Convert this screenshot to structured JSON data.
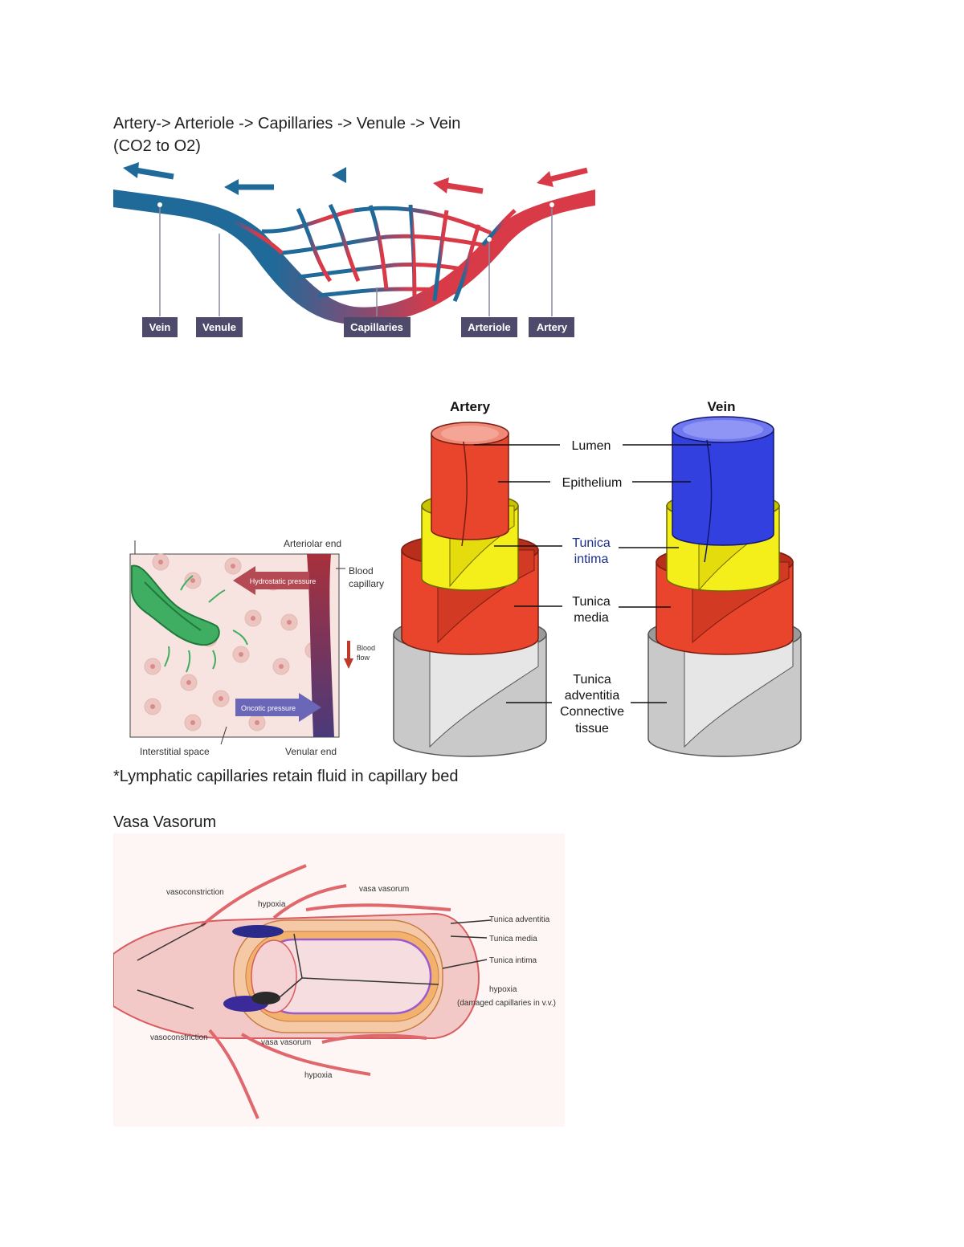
{
  "text": {
    "flow_line": "Artery-> Arteriole -> Capillaries -> Venule -> Vein",
    "flow_note": "(CO2 to O2)",
    "lymphatic_note": "*Lymphatic capillaries retain fluid in capillary bed",
    "vasa_heading": "Vasa Vasorum"
  },
  "capillary_bed": {
    "labels": {
      "vein": "Vein",
      "venule": "Venule",
      "capillaries": "Capillaries",
      "arteriole": "Arteriole",
      "artery": "Artery"
    },
    "colors": {
      "artery_red": "#d93a48",
      "vein_blue": "#1f6a99",
      "label_box": "#4d4a6b"
    }
  },
  "pressure_diagram": {
    "arteriolar_end": "Arteriolar end",
    "blood_capillary_line1": "Blood",
    "blood_capillary_line2": "capillary",
    "hydrostatic_pressure": "Hydrostatic pressure",
    "blood_flow_line1": "Blood",
    "blood_flow_line2": "flow",
    "oncotic_pressure": "Oncotic pressure",
    "interstitial_space": "Interstitial space",
    "venular_end": "Venular end"
  },
  "vessel_layers": {
    "artery_title": "Artery",
    "vein_title": "Vein",
    "lumen": "Lumen",
    "epithelium": "Epithelium",
    "tunica_intima_1": "Tunica",
    "tunica_intima_2": "intima",
    "tunica_media_1": "Tunica",
    "tunica_media_2": "media",
    "tunica_adventitia_1": "Tunica",
    "tunica_adventitia_2": "adventitia",
    "tunica_adventitia_3": "Connective",
    "tunica_adventitia_4": "tissue",
    "colors": {
      "artery_red": "#e9442c",
      "vein_blue": "#3340e0",
      "intima_yellow": "#f4ee1a",
      "adventitia_gray": "#c9c9c9",
      "intima_label": "#1c2f8a"
    }
  },
  "vasa_vasorum": {
    "vasoconstriction_top": "vasoconstriction",
    "hypoxia_top": "hypoxia",
    "vasa_vasorum_top": "vasa vasorum",
    "tunica_adventitia": "Tunica adventitia",
    "tunica_media": "Tunica media",
    "tunica_intima": "Tunica intima",
    "hypoxia_right": "hypoxia",
    "damaged_capillaries": "(damaged capillaries in v.v.)",
    "vasoconstriction_bottom": "vasoconstriction",
    "vasa_vasorum_bottom": "vasa vasorum",
    "hypoxia_bottom": "hypoxia"
  }
}
